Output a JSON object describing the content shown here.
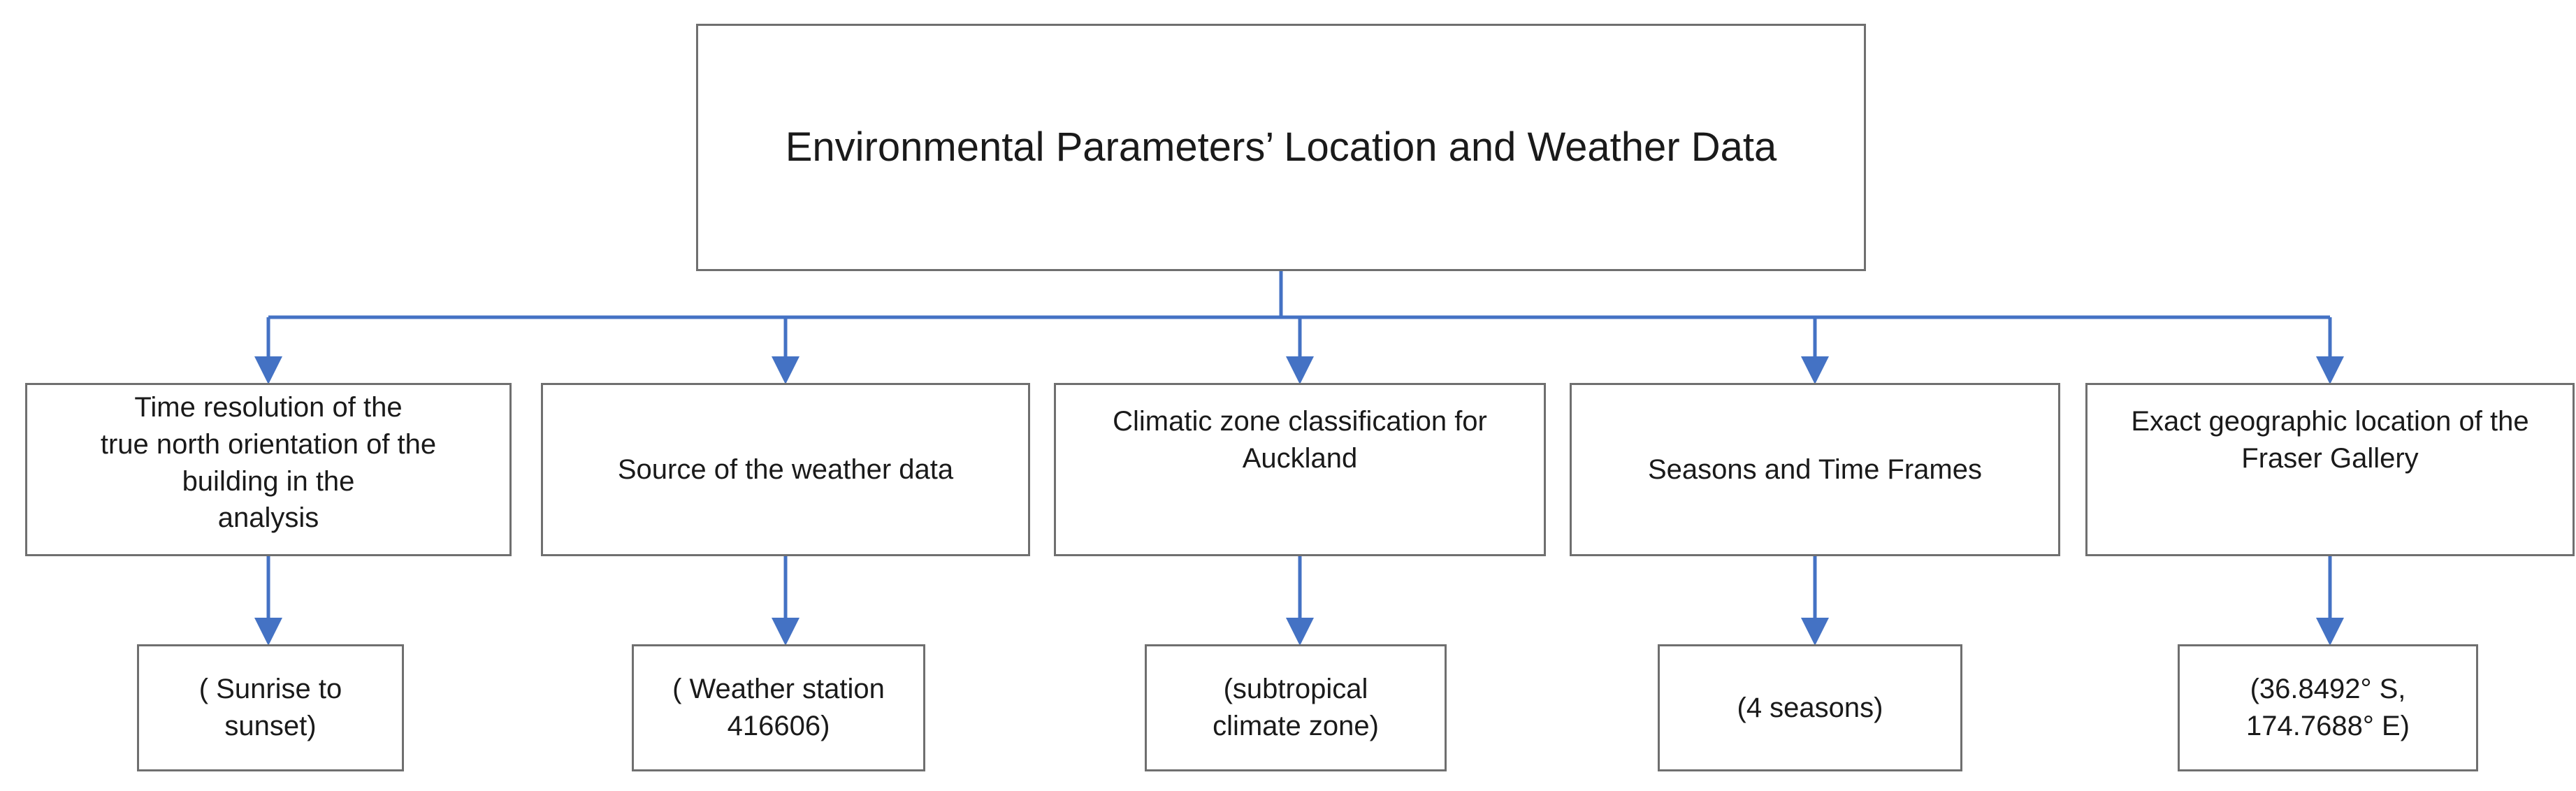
{
  "diagram": {
    "root": {
      "label": "Environmental Parameters’ Location and Weather Data"
    },
    "categories": [
      {
        "label": "Time resolution of the\ntrue north orientation of the\nbuilding in the\nanalysis"
      },
      {
        "label": "Source of the weather data"
      },
      {
        "label": "Climatic zone classification for\nAuckland"
      },
      {
        "label": "Seasons and Time Frames"
      },
      {
        "label": "Exact geographic location of the\nFraser Gallery"
      }
    ],
    "values": [
      {
        "label": "( Sunrise to\nsunset)"
      },
      {
        "label": "( Weather station\n416606)"
      },
      {
        "label": "(subtropical\nclimate zone)"
      },
      {
        "label": "(4 seasons)"
      },
      {
        "label": "(36.8492° S,\n174.7688° E)"
      }
    ],
    "colors": {
      "connector": "#4472c4",
      "box_border": "#6f6f6f",
      "text": "#1a1a1a"
    }
  }
}
